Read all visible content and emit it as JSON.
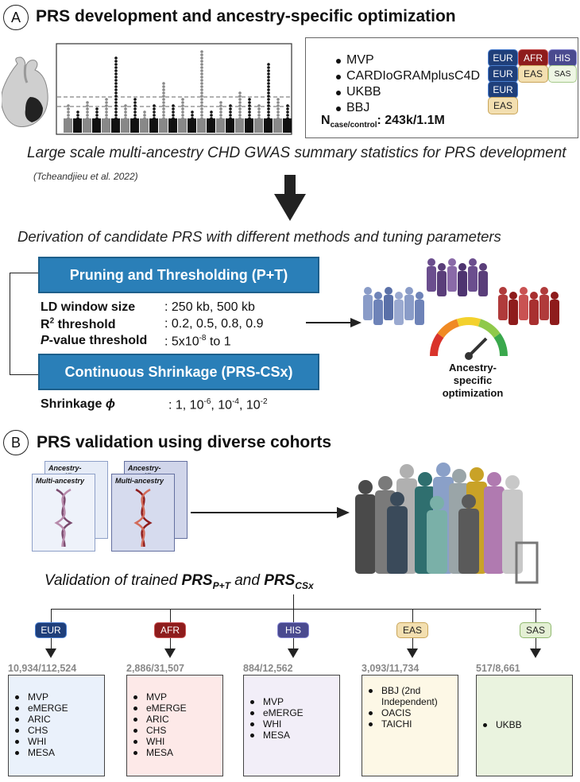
{
  "section_a": {
    "letter": "A",
    "title": "PRS development and ancestry-specific optimization",
    "studies": [
      {
        "name": "MVP",
        "tags": [
          "EUR",
          "AFR",
          "HIS"
        ]
      },
      {
        "name": "CARDIoGRAMplusC4D",
        "tags": [
          "EUR",
          "EAS",
          "SAS"
        ]
      },
      {
        "name": "UKBB",
        "tags": [
          "EUR"
        ]
      },
      {
        "name": "BBJ",
        "tags": [
          "EAS"
        ]
      }
    ],
    "n_label": "N",
    "n_sub": "case/control",
    "n_value": ": 243k/1.1M",
    "gwas_caption": "Large scale multi-ancestry CHD GWAS summary statistics for PRS development",
    "citation": "(Tcheandjieu et al. 2022)",
    "derivation_caption": "Derivation of candidate PRS with different methods and tuning parameters",
    "pt_box": "Pruning and Thresholding (P+T)",
    "params": [
      {
        "label": "LD window size",
        "value": ": 250 kb, 500 kb"
      },
      {
        "label_pre": "R",
        "label_sup": "2",
        "label_post": " threshold",
        "value": ": 0.2, 0.5, 0.8, 0.9"
      },
      {
        "label_italic": "P",
        "label_rest": "-value threshold",
        "value": ": 5x10",
        "value_sup": "-8",
        "value_post": " to 1"
      }
    ],
    "csx_box": "Continuous Shrinkage (PRS-CSx)",
    "shrinkage_label": "Shrinkage ",
    "shrinkage_symbol": "ϕ",
    "shrinkage_value": ": 1, 10",
    "shrinkage_sups": [
      "-6",
      "-4",
      "-2"
    ],
    "optimization_label_1": "Ancestry-specific",
    "optimization_label_2": "optimization"
  },
  "section_b": {
    "letter": "B",
    "title": "PRS validation using diverse cohorts",
    "card_top": "Ancestry-specific",
    "card_bottom": "Multi-ancestry",
    "validation_caption_pre": "Validation of trained ",
    "prs": "PRS",
    "prs_pt_sub": "P+T",
    "and": " and ",
    "prs_csx_sub": "CSx",
    "cohorts": [
      {
        "ancestry": "EUR",
        "count": "10,934/112,524",
        "items": [
          "MVP",
          "eMERGE",
          "ARIC",
          "CHS",
          "WHI",
          "MESA"
        ]
      },
      {
        "ancestry": "AFR",
        "count": "2,886/31,507",
        "items": [
          "MVP",
          "eMERGE",
          "ARIC",
          "CHS",
          "WHI",
          "MESA"
        ]
      },
      {
        "ancestry": "HIS",
        "count": "884/12,562",
        "items": [
          "MVP",
          "eMERGE",
          "WHI",
          "MESA"
        ]
      },
      {
        "ancestry": "EAS",
        "count": "3,093/11,734",
        "items": [
          "BBJ (2nd Independent)",
          "OACIS",
          "TAICHI"
        ]
      },
      {
        "ancestry": "SAS",
        "count": "517/8,661",
        "items": [
          "UKBB"
        ]
      }
    ]
  },
  "colors": {
    "EUR": "#1f3f7a",
    "AFR": "#8e1c1c",
    "HIS": "#4a4a8f",
    "EAS": "#f3dfb0",
    "SAS": "#e4f0d4",
    "box_blue": "#2a7fb8",
    "box_EUR": "#eaf1fb",
    "box_AFR": "#fde9e8",
    "box_HIS": "#f2eef8",
    "box_EAS": "#fdf8e6",
    "box_SAS": "#eaf3df"
  }
}
